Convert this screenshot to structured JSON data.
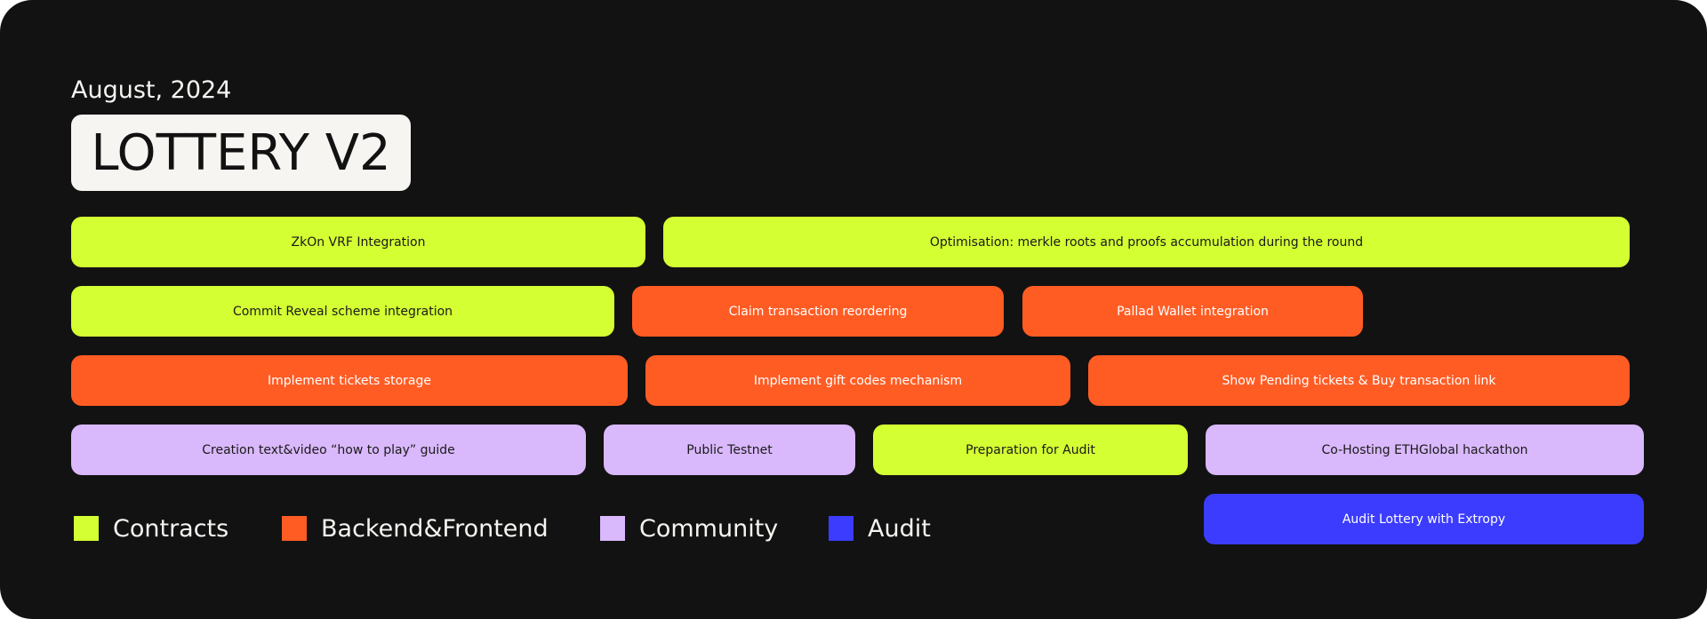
{
  "header": {
    "date": "August, 2024",
    "title": "LOTTERY V2"
  },
  "colors": {
    "background": "#121212",
    "contracts": "#d4ff33",
    "backend_frontend": "#ff5c24",
    "community": "#d9b8fb",
    "audit": "#3c3cff"
  },
  "tasks": [
    {
      "label": "ZkOn VRF Integration",
      "category": "contracts"
    },
    {
      "label": "Optimisation: merkle roots and proofs accumulation during the round",
      "category": "contracts"
    },
    {
      "label": "Commit Reveal scheme integration",
      "category": "contracts"
    },
    {
      "label": "Claim transaction reordering",
      "category": "backend"
    },
    {
      "label": "Pallad Wallet integration",
      "category": "backend"
    },
    {
      "label": "Implement tickets storage",
      "category": "backend"
    },
    {
      "label": "Implement gift codes mechanism",
      "category": "backend"
    },
    {
      "label": "Show Pending tickets & Buy transaction link",
      "category": "backend"
    },
    {
      "label": "Creation text&video “how to play” guide",
      "category": "community"
    },
    {
      "label": "Public Testnet",
      "category": "community"
    },
    {
      "label": "Preparation for Audit",
      "category": "contracts"
    },
    {
      "label": "Co-Hosting ETHGlobal hackathon",
      "category": "community"
    },
    {
      "label": "Audit Lottery with Extropy",
      "category": "audit"
    }
  ],
  "legend": [
    {
      "label": "Contracts",
      "color": "#d4ff33"
    },
    {
      "label": "Backend&Frontend",
      "color": "#ff5c24"
    },
    {
      "label": "Community",
      "color": "#d9b8fb"
    },
    {
      "label": "Audit",
      "color": "#3c3cff"
    }
  ]
}
